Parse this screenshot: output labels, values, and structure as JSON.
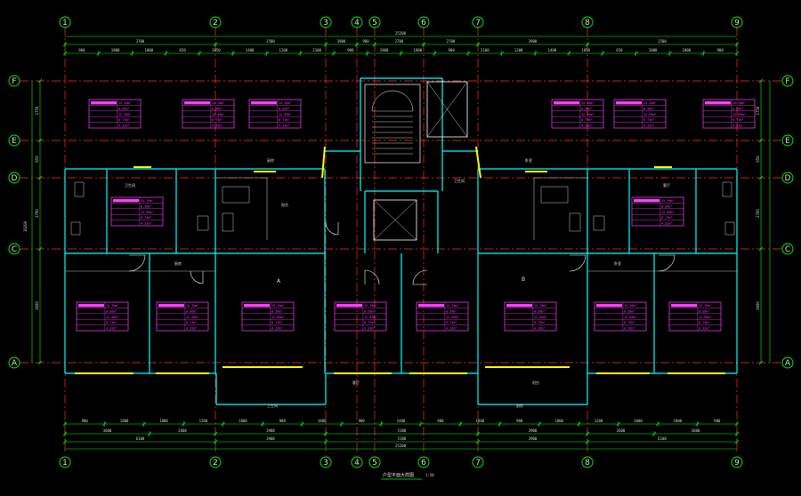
{
  "drawing": {
    "title": "户型平面大样图",
    "scale": "1:50",
    "colors": {
      "background": "#000000",
      "axis_grid": "#ff3030",
      "dimension": "#00ff00",
      "wall": "#00ffff",
      "window": "#ffff00",
      "room_tag": "#ff40ff",
      "text": "#dcdcdc"
    }
  },
  "axes": {
    "vertical": [
      {
        "label": "1"
      },
      {
        "label": "2"
      },
      {
        "label": "3"
      },
      {
        "label": "4"
      },
      {
        "label": "5"
      },
      {
        "label": "6"
      },
      {
        "label": "7"
      },
      {
        "label": "8"
      },
      {
        "label": "9"
      }
    ],
    "horizontal": [
      {
        "label": "F"
      },
      {
        "label": "E"
      },
      {
        "label": "D"
      },
      {
        "label": "C"
      },
      {
        "label": "A"
      }
    ]
  },
  "dimensions": {
    "overall_top": "25200",
    "overall_bottom": "25200",
    "top_row1": [
      "3700",
      "2500",
      "3900",
      "900",
      "2700",
      "2700",
      "3900",
      "2500",
      "3700"
    ],
    "top_row2": [
      "900",
      "1800",
      "1000",
      "650",
      "1850",
      "1400",
      "1200",
      "2100",
      "900",
      "1800",
      "1800",
      "900",
      "2100",
      "1200",
      "1400",
      "1850",
      "650",
      "1000",
      "1800",
      "900"
    ],
    "bottom_row1": [
      "900",
      "1800",
      "1000",
      "1200",
      "1800",
      "900",
      "1800",
      "900",
      "2400",
      "900",
      "1800",
      "900",
      "1800",
      "1200",
      "1000",
      "1800",
      "900"
    ],
    "bottom_row2": [
      "3600",
      "2600",
      "3900",
      "5100",
      "3900",
      "2600",
      "3600"
    ],
    "bottom_row3": [
      "6100",
      "3900",
      "5100",
      "3900",
      "6100"
    ],
    "side_left": [
      "1750",
      "650",
      "2700",
      "3600"
    ],
    "side_right": [
      "1750",
      "650",
      "2700",
      "3600"
    ],
    "side_total": "10200"
  },
  "labels": {
    "unit_a": "A",
    "unit_b": "B",
    "room_tag_values": [
      "15.36m²",
      "0.56m²",
      "12.85m²",
      "6.73m²",
      "4.32m²"
    ],
    "small_notes": [
      "卫生间",
      "厨房",
      "卧室",
      "客厅",
      "阳台"
    ]
  }
}
